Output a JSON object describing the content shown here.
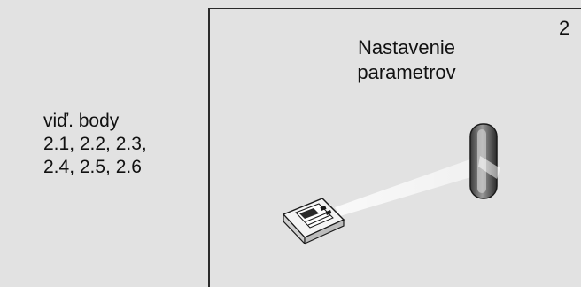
{
  "left": {
    "lines": [
      "viď. body",
      "2.1, 2.2, 2.3,",
      "2.4, 2.5, 2.6"
    ]
  },
  "right": {
    "heading_lines": [
      "Nastavenie",
      "parametrov"
    ],
    "step_number": "2"
  },
  "colors": {
    "background": "#e2e2e2",
    "line": "#2a2a2a",
    "text": "#111111"
  },
  "icons": [
    "handheld-device-icon",
    "light-beam-icon",
    "reflector-icon"
  ]
}
